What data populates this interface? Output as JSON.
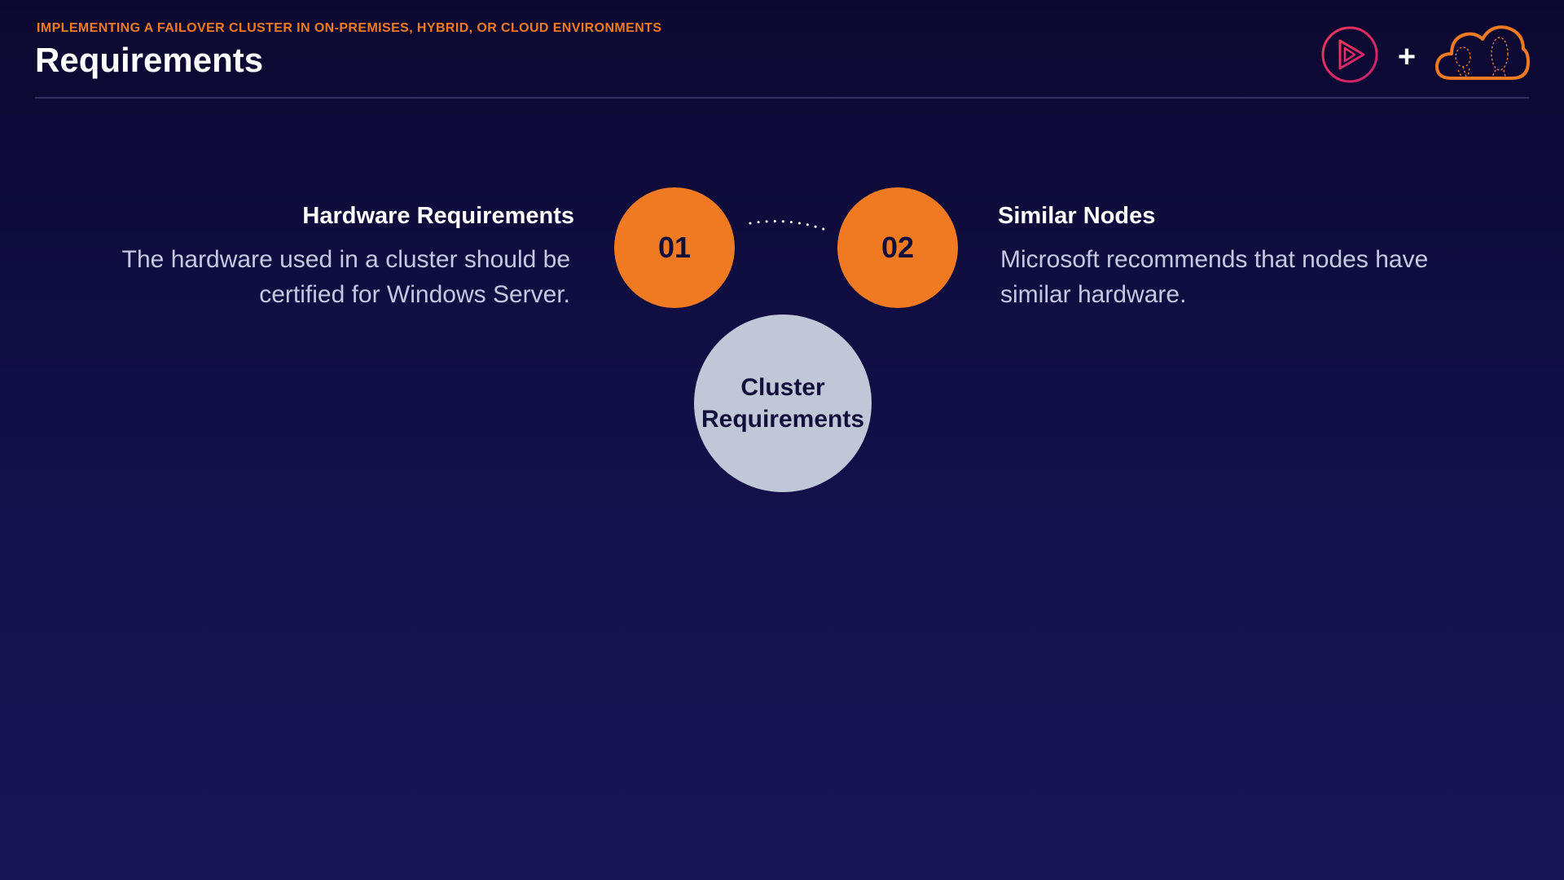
{
  "header": {
    "subtitle": "IMPLEMENTING A FAILOVER CLUSTER IN ON-PREMISES, HYBRID, OR CLOUD ENVIRONMENTS",
    "title": "Requirements",
    "logos": {
      "left_icon": "play-icon",
      "separator": "+",
      "right_icon": "cloud-icon"
    }
  },
  "diagram": {
    "center_label": "Cluster Requirements",
    "items": [
      {
        "number": "01",
        "heading": "Hardware Requirements",
        "text": "The hardware used in a cluster should be certified for Windows Server."
      },
      {
        "number": "02",
        "heading": "Similar Nodes",
        "text": "Microsoft recommends that nodes have similar hardware."
      }
    ]
  },
  "colors": {
    "accent": "#ef7a22",
    "background": "#120f47",
    "center_circle": "#c0c7d6",
    "play_logo": "#e5245e"
  }
}
